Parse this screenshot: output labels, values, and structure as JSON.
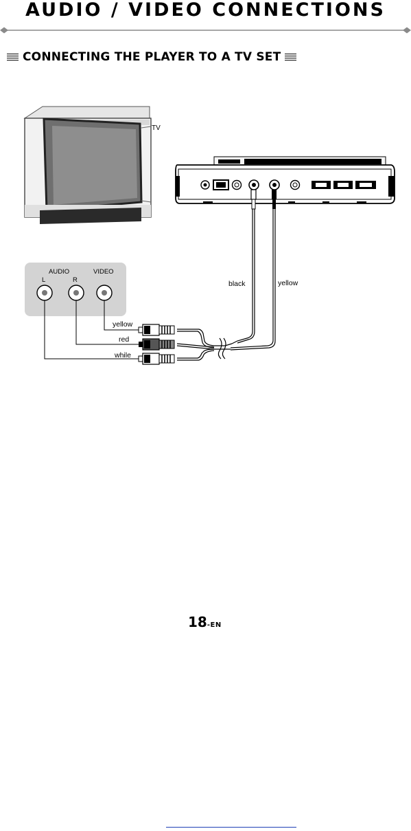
{
  "page": {
    "title": "AUDIO / VIDEO CONNECTIONS",
    "section_heading": "CONNECTING THE PLAYER TO A TV SET",
    "page_number": "18",
    "page_suffix": "-EN"
  },
  "diagram": {
    "tv_label": "TV",
    "panel": {
      "audio_label": "AUDIO",
      "video_label": "VIDEO",
      "left_label": "L",
      "right_label": "R"
    },
    "cable_labels": {
      "yellow_plug": "yellow",
      "red_plug": "red",
      "white_plug": "while",
      "black_lead": "black",
      "yellow_lead": "yellow"
    }
  },
  "colors": {
    "footer_link_line": "#1e3fb5",
    "tv_screen": "#808080",
    "panel": "#d3d3d3"
  }
}
